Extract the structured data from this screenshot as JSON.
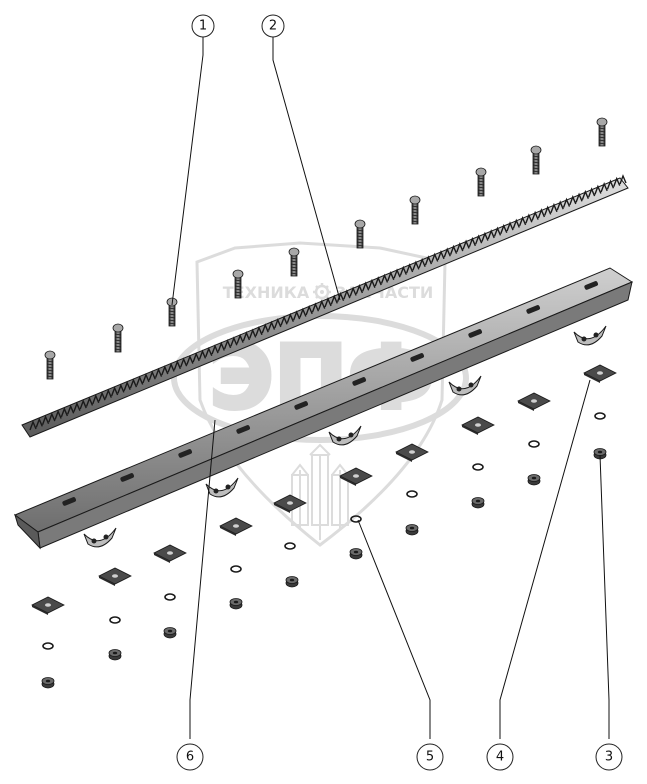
{
  "watermark": {
    "brand_left": "ТЕХНИКА",
    "brand_right": "ЗАПЧАСТИ",
    "logo": "ЭПФ",
    "gear_icon": "gear-icon",
    "color": "#d6d6d6"
  },
  "callouts": [
    {
      "id": "1",
      "label": "1",
      "part": "bolt"
    },
    {
      "id": "2",
      "label": "2",
      "part": "serrated-knife-bar"
    },
    {
      "id": "3",
      "label": "3",
      "part": "nut"
    },
    {
      "id": "4",
      "label": "4",
      "part": "square-plate"
    },
    {
      "id": "5",
      "label": "5",
      "part": "washer"
    },
    {
      "id": "6",
      "label": "6",
      "part": "guard-bar"
    }
  ],
  "colors": {
    "line": "#111111",
    "part_dark": "#3a3a3a",
    "part_mid": "#8a8a8a",
    "part_light": "#c8c8c8"
  }
}
